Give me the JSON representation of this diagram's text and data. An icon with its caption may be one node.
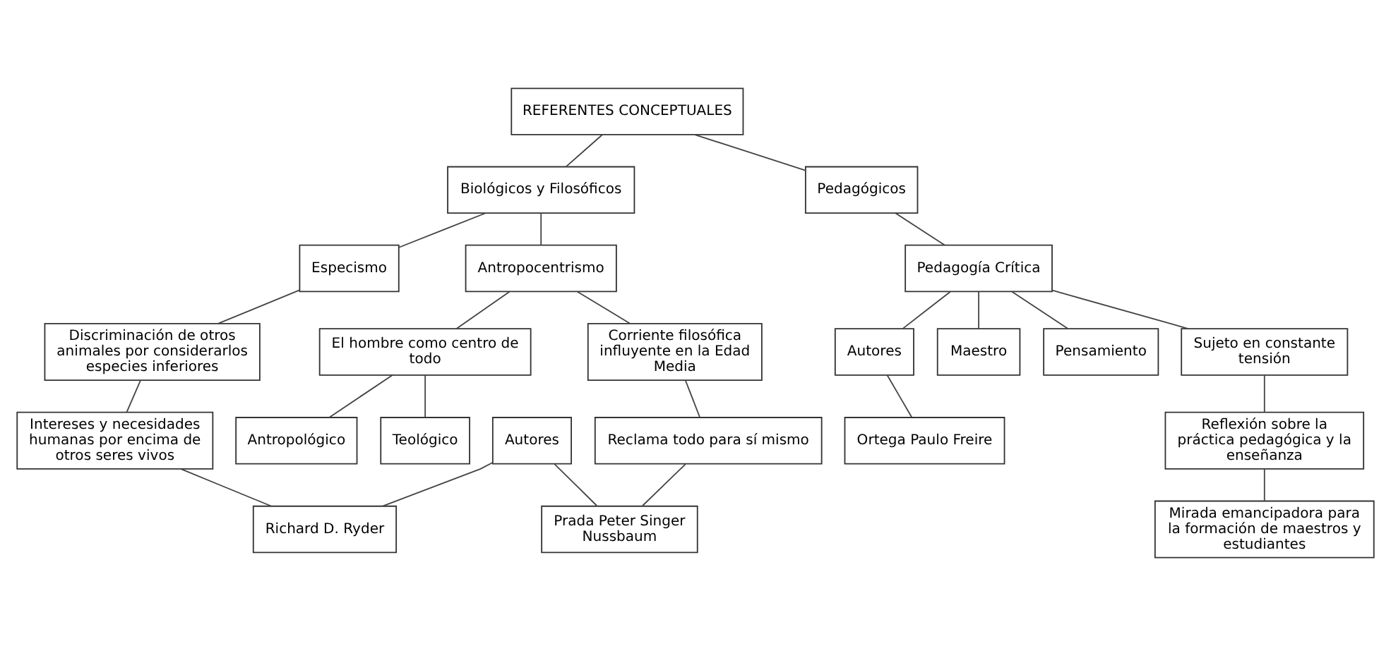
{
  "diagram": {
    "nodes": [
      {
        "text": [
          "REFERENTES CONCEPTUALES"
        ]
      },
      {
        "text": [
          "Biológicos y Filosóficos"
        ]
      },
      {
        "text": [
          "Pedagógicos"
        ]
      },
      {
        "text": [
          "Antropocentrismo"
        ]
      },
      {
        "text": [
          "Especismo"
        ]
      },
      {
        "text": [
          "Pedagogía Crítica"
        ]
      },
      {
        "text": [
          "Corriente filosófica influyente en la Edad Media"
        ]
      },
      {
        "text": [
          "El hombre como centro de todo"
        ]
      },
      {
        "text": [
          "Discriminación de otros animales por considerarlos especies inferiores"
        ]
      },
      {
        "text": [
          "Maestro"
        ]
      },
      {
        "text": [
          "Pensamiento"
        ]
      },
      {
        "text": [
          "Reclama todo para sí mismo"
        ]
      },
      {
        "text": [
          "Antropológico"
        ]
      },
      {
        "text": [
          "Teológico"
        ]
      },
      {
        "text": [
          "Sujeto en constante tensión"
        ]
      },
      {
        "text": [
          "Prada Peter Singer Nussbaum"
        ]
      },
      {
        "text": [
          "Autores"
        ]
      },
      {
        "text": [
          "Intereses y necesidades humanas por encima de otros seres vivos"
        ]
      },
      {
        "text": [
          "Autores"
        ]
      },
      {
        "text": [
          "Reflexión sobre la práctica pedagógica y la enseñanza"
        ]
      },
      {
        "text": [
          "Ortega Paulo Freire"
        ]
      },
      {
        "text": [
          "Mirada emancipadora para la formación de maestros y estudiantes"
        ]
      },
      {
        "text": [
          "Richard D. Ryder"
        ]
      }
    ],
    "edges": [
      {
        "from": 0,
        "to": 1,
        "arrow": "none"
      },
      {
        "from": 0,
        "to": 2,
        "arrow": "none"
      },
      {
        "from": 1,
        "to": 3,
        "arrow": "none"
      },
      {
        "from": 1,
        "to": 4,
        "arrow": "none"
      },
      {
        "from": 2,
        "to": 5,
        "arrow": "none"
      },
      {
        "from": 3,
        "to": 6,
        "arrow": "none"
      },
      {
        "from": 3,
        "to": 7,
        "arrow": "none"
      },
      {
        "from": 4,
        "to": 8,
        "arrow": "none"
      },
      {
        "from": 5,
        "to": 9,
        "arrow": "none"
      },
      {
        "from": 5,
        "to": 10,
        "arrow": "none"
      },
      {
        "from": 5,
        "to": 14,
        "arrow": "none"
      },
      {
        "from": 5,
        "to": 18,
        "arrow": "none"
      },
      {
        "from": 6,
        "to": 11,
        "arrow": "none"
      },
      {
        "from": 7,
        "to": 12,
        "arrow": "none"
      },
      {
        "from": 7,
        "to": 13,
        "arrow": "none"
      },
      {
        "from": 8,
        "to": 17,
        "arrow": "none"
      },
      {
        "from": 11,
        "to": 15,
        "arrow": "none"
      },
      {
        "from": 16,
        "to": 15,
        "arrow": "none"
      },
      {
        "from": 16,
        "to": 22,
        "arrow": "none"
      },
      {
        "from": 17,
        "to": 22,
        "arrow": "none"
      },
      {
        "from": 18,
        "to": 20,
        "arrow": "none"
      },
      {
        "from": 14,
        "to": 19,
        "arrow": "none"
      },
      {
        "from": 19,
        "to": 21,
        "arrow": "none"
      }
    ]
  }
}
